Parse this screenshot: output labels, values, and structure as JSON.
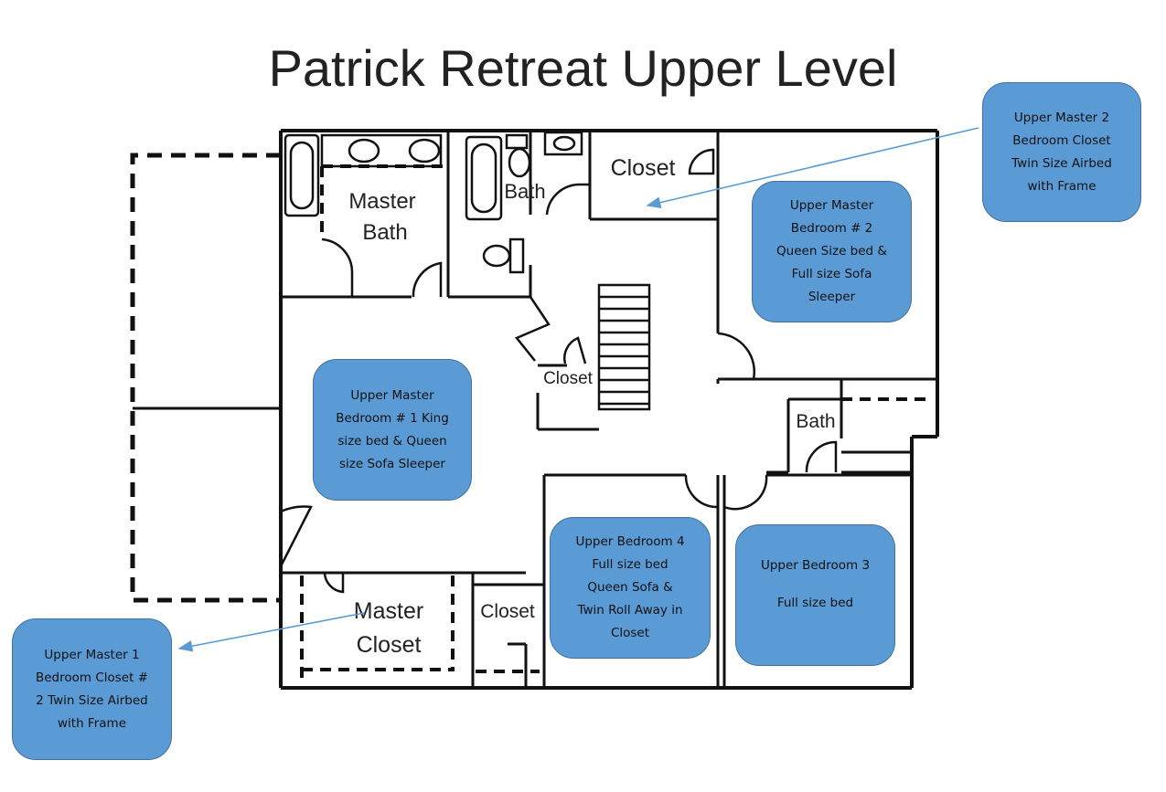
{
  "title": "Patrick Retreat Upper Level",
  "rooms": {
    "master_bath": [
      "Master",
      "Bath"
    ],
    "bath_top": "Bath",
    "closet_top": "Closet",
    "closet_stair": "Closet",
    "bath_right": "Bath",
    "master_closet": [
      "Master",
      "Closet"
    ],
    "closet_bottom": "Closet"
  },
  "callouts": {
    "upper_master_2_closet": [
      "Upper Master 2",
      "Bedroom Closet",
      "Twin Size Airbed",
      "with Frame"
    ],
    "upper_master_bedroom_2": [
      "Upper Master",
      "Bedroom # 2",
      "Queen Size bed &",
      "Full size Sofa",
      "Sleeper"
    ],
    "upper_master_bedroom_1": [
      "Upper Master",
      "Bedroom # 1 King",
      "size bed & Queen",
      "size Sofa Sleeper"
    ],
    "upper_bedroom_4": [
      "Upper Bedroom 4",
      "Full size bed",
      "Queen Sofa &",
      "Twin Roll Away in",
      "Closet"
    ],
    "upper_bedroom_3": [
      "Upper Bedroom 3",
      "",
      "Full size bed"
    ],
    "upper_master_1_closet": [
      "Upper Master 1",
      "Bedroom Closet #",
      "2 Twin Size Airbed",
      "with Frame"
    ]
  },
  "colors": {
    "callout_fill": "#5b9bd5",
    "callout_border": "#41719c",
    "arrow": "#5b9bd5",
    "wall": "#111111"
  }
}
